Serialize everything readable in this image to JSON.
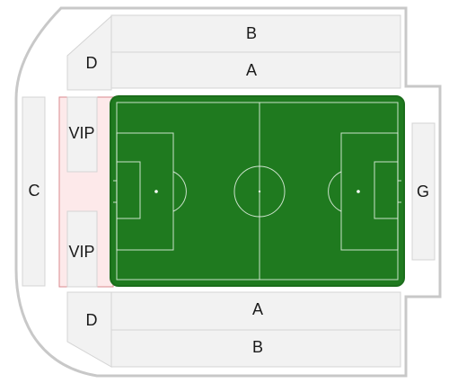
{
  "sections": {
    "north_upper": "B",
    "north_lower": "A",
    "north_corner": "D",
    "west_stand": "C",
    "vip_top": "VIP",
    "vip_bottom": "VIP",
    "east_stand": "G",
    "south_lower": "A",
    "south_upper": "B",
    "south_corner": "D"
  },
  "colors": {
    "pitch": "#1f7a1f",
    "pitch_border": "#1b6d1b",
    "stand_fill": "#f2f2f2",
    "stand_stroke": "#d4d4d4",
    "vip_area": "#fde9ea",
    "vip_border": "#d98a8f",
    "outer_wall": "#c8c8c8"
  }
}
